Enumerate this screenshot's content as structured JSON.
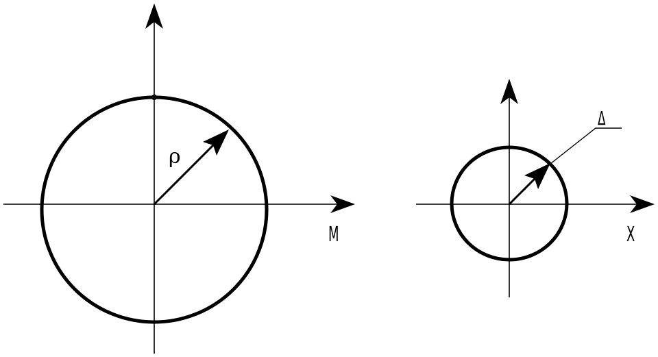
{
  "diagram": {
    "left": {
      "radius_label": "ρ",
      "x_axis_label": "M"
    },
    "right": {
      "radius_label": "Δ",
      "x_axis_label": "X"
    }
  },
  "colors": {
    "stroke": "#000000",
    "background": "#ffffff"
  }
}
